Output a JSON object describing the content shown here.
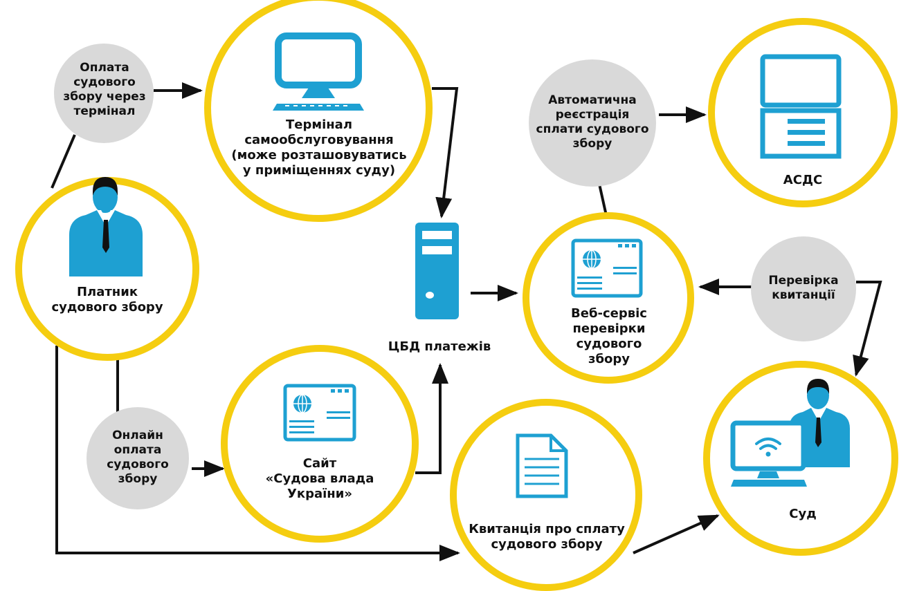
{
  "colors": {
    "ring": "#f5cd10",
    "process": "#d9d9d9",
    "icon": "#1ea0d2",
    "line": "#111111",
    "text": "#111111"
  },
  "labels": {
    "payer": "Платник\nсудового збору",
    "terminal": "Термінал\nсамообслуговування\n(може розташовуватись\nу приміщеннях суду)",
    "database": "ЦБД платежів",
    "website": "Сайт\n«Судова влада\nУкраїни»",
    "webservice": "Веб-сервіс\nперевірки\nсудового\nзбору",
    "asds": "АСДС",
    "receipt": "Квитанція про сплату\nсудового збору",
    "court": "Суд",
    "pay_terminal": "Оплата\nсудового\nзбору через\nтермінал",
    "pay_online": "Онлайн\nоплата\nсудового\nзбору",
    "auto_registration": "Автоматична\nреєстрація\nсплати судового\nзбору",
    "check_receipt": "Перевірка\nквитанції"
  },
  "icons": {
    "payer": "businessman-icon",
    "terminal": "monitor-icon",
    "database": "server-icon",
    "website": "web-page-icon",
    "webservice": "web-page-icon",
    "asds": "computer-terminal-icon",
    "receipt": "document-icon",
    "court": "businessman-with-wifi-monitor-icon"
  }
}
